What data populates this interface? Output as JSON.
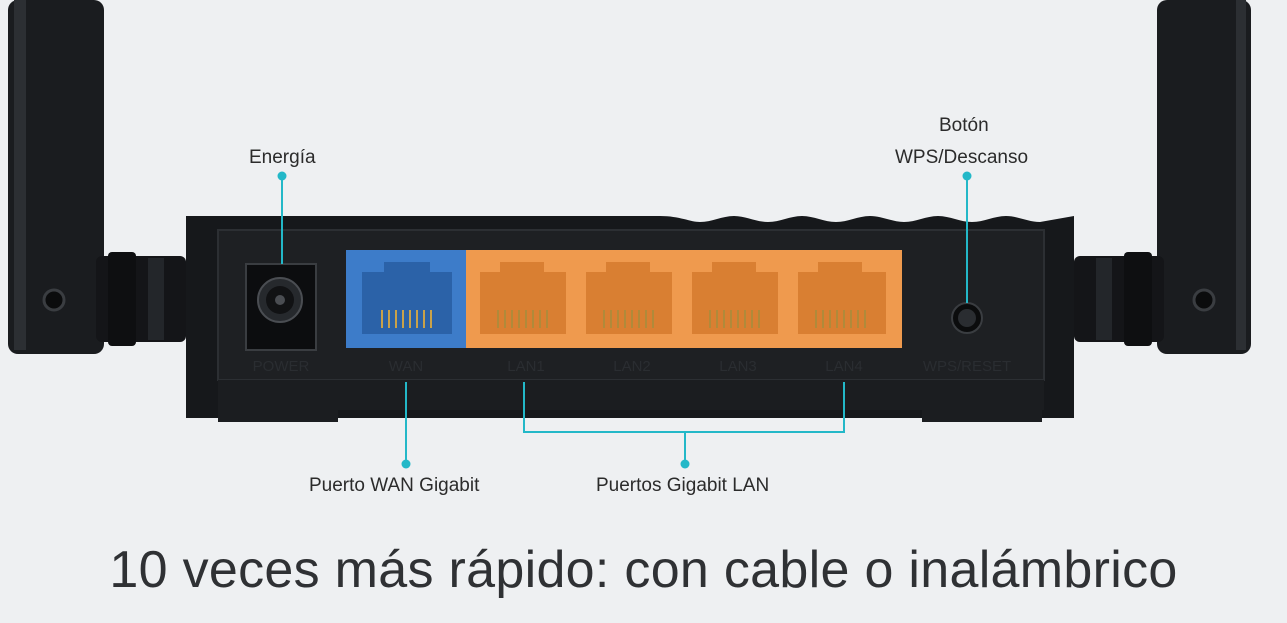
{
  "callouts": {
    "power": "Energía",
    "wps_line1": "Botón",
    "wps_line2": "WPS/Descanso",
    "wan": "Puerto WAN Gigabit",
    "lan": "Puertos Gigabit LAN"
  },
  "ports": {
    "power": "POWER",
    "wan": "WAN",
    "lan1": "LAN1",
    "lan2": "LAN2",
    "lan3": "LAN3",
    "lan4": "LAN4",
    "wps_reset": "WPS/RESET"
  },
  "headline": "10 veces más rápido: con cable o inalámbrico",
  "colors": {
    "background": "#eef0f2",
    "router_body": "#16181b",
    "wan_port": "#3d7cc9",
    "lan_ports": "#ef9a4e",
    "callout_line": "#23b8c8"
  }
}
